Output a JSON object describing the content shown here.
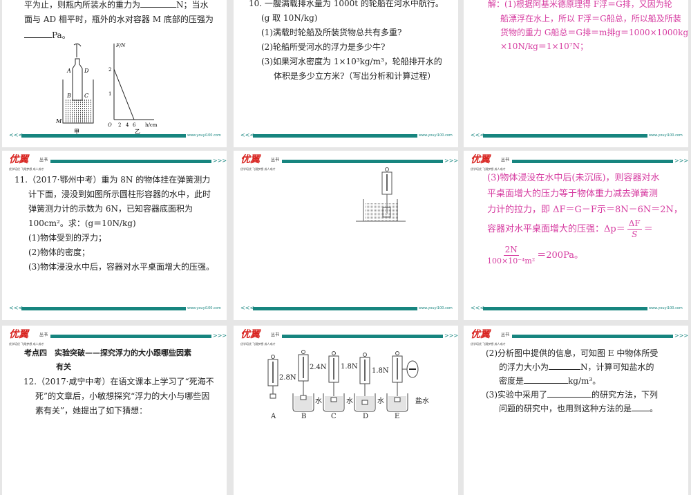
{
  "brand": {
    "logo": "优翼",
    "series": "丛书",
    "tagline": "优学培优 飞翔梦想 成人成才",
    "url": "www.youyi100.com",
    "accent": "#17857f",
    "answer_color": "#d63ba0"
  },
  "s1": {
    "lines": [
      "平为止，则瓶内所装水的重力为",
      "N；当水",
      "面与 AD 相平时，瓶外的水对容器 M 底部的压强为",
      "Pa。"
    ],
    "fig": {
      "A": "A",
      "D": "D",
      "B": "B",
      "C": "C",
      "M": "M",
      "jia": "甲",
      "yaxis": "F/N",
      "y2": "2",
      "y1": "1",
      "o": "O",
      "x2": "2",
      "x4": "4",
      "x6": "6",
      "xaxis": "h/cm",
      "yi": "乙"
    }
  },
  "s2": {
    "lines": [
      "10. 一艘满载排水量为 1000t 的轮船在河水中航行。",
      "(g 取 10N/kg)",
      "(1)满载时轮船及所装货物总共有多重?",
      "(2)轮船所受河水的浮力是多少牛?",
      "(3)如果河水密度为 1×10³kg/m³，轮船排开水的",
      "体积是多少立方米?（写出分析和计算过程）"
    ]
  },
  "s3": {
    "lines": [
      "解：(1)根据阿基米德原理得 F浮＝G排，又因为轮",
      "船漂浮在水上，所以 F浮＝G船总，所以船及所装",
      "货物的重力 G船总＝G排＝m排g＝1000×1000kg",
      "×10N/kg＝1×10⁷N；"
    ]
  },
  "s4": {
    "lines": [
      "11.（2017·鄂州中考）重为 8N 的物体挂在弹簧测力",
      "计下面，浸没到如图所示圆柱形容器的水中，此时",
      "弹簧测力计的示数为 6N，已知容器底面积为",
      "100cm²。求：(g＝10N/kg)",
      "(1)物体受到的浮力；",
      "(2)物体的密度；",
      "(3)物体浸没水中后，容器对水平桌面增大的压强。"
    ]
  },
  "s6": {
    "lines": [
      "(3)物体浸没在水中后(未沉底)，则容器对水",
      "平桌面增大的压力等于物体重力减去弹簧测",
      "力计的拉力，即 ΔF＝G－F示＝8N－6N＝2N，",
      "容器对水平桌面增大的压强：Δp＝"
    ],
    "frac1_num": "ΔF",
    "frac1_den": "S",
    "eq": "＝",
    "frac2_num": "2N",
    "frac2_den": "100×10⁻⁴m²",
    "result": "＝200Pa。"
  },
  "s7": {
    "heading1": "考点四　实验突破——探究浮力的大小跟哪些因素",
    "heading2": "有关",
    "lines": [
      "12.（2017·咸宁中考）在语文课本上学习了“死海不",
      "死”的文章后，小敏想探究“浮力的大小与哪些因",
      "素有关”，她提出了如下猜想："
    ]
  },
  "s8": {
    "readings": [
      "2.8N",
      "2.4N",
      "1.8N",
      "1.8N"
    ],
    "liquids": [
      "水",
      "水",
      "水",
      "盐水"
    ],
    "labels": [
      "A",
      "B",
      "C",
      "D",
      "E"
    ]
  },
  "s9": {
    "lines": [
      "(2)分析图中提供的信息，可知图 E 中物体所受",
      "的浮力大小为",
      "N，计算可知盐水的",
      "密度是",
      "kg/m³。",
      "(3)实验中采用了",
      "的研究方法，下列",
      "问题的研究中，也用到这种方法的是",
      "。"
    ]
  }
}
